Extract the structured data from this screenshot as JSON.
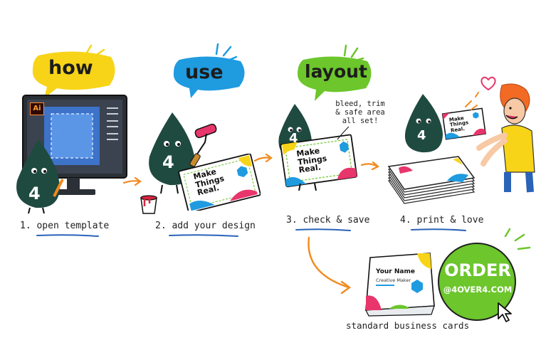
{
  "headings": {
    "how": "how",
    "use": "use",
    "layout": "layout"
  },
  "steps": [
    {
      "label": "1. open template"
    },
    {
      "label": "2. add your design"
    },
    {
      "label": "3. check & save"
    },
    {
      "label": "4. print & love"
    }
  ],
  "mascot_number": "4",
  "app_icon": "Ai",
  "card_slogan": [
    "Make",
    "Things",
    "Real."
  ],
  "annotation": [
    "bleed, trim",
    "& safe area",
    "all set!"
  ],
  "sample_card": {
    "name": "Your Name",
    "title": "Creative Maker"
  },
  "product_caption": "standard business cards",
  "order": {
    "cta": "ORDER",
    "url": "@4OVER4.COM"
  },
  "colors": {
    "yellow": "#f7d417",
    "blue": "#1f9be0",
    "green": "#6cc62c",
    "mascot": "#1f4a3f",
    "orange": "#f28a1f",
    "pink": "#e8356b",
    "underline": "#2a63b8"
  }
}
